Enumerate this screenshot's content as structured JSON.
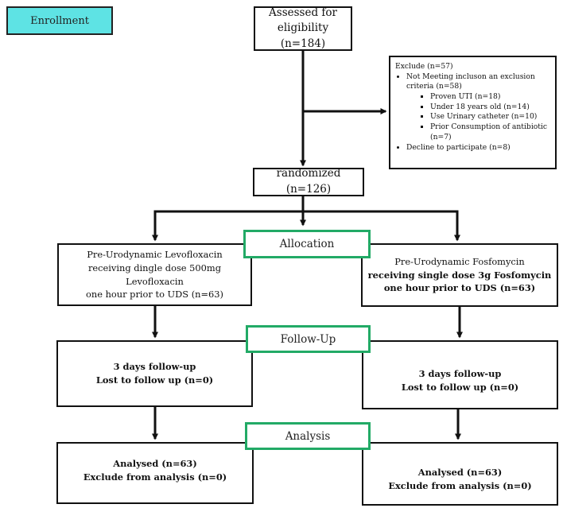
{
  "enrollment": "Enrollment",
  "assessed": {
    "line1": "Assessed for",
    "line2": "eligibility (n=184)"
  },
  "exclude": {
    "title": "Exclude (n=57)",
    "criteria": "Not Meeting incluson an exclusion criteria (n=58)",
    "sub": [
      "Proven UTI (n=18)",
      "Under 18 years old (n=14)",
      "Use Urinary catheter (n=10)",
      "Prior Consumption of antibiotic (n=7)"
    ],
    "decline": "Decline to participate (n=8)"
  },
  "randomized": "randomized (n=126)",
  "stages": {
    "allocation": "Allocation",
    "followup": "Follow-Up",
    "analysis": "Analysis"
  },
  "left_arm": {
    "allocation": [
      "Pre-Urodynamic Levofloxacin",
      "receiving dingle dose 500mg Levofloxacin",
      "one hour prior to UDS (n=63)"
    ],
    "followup": [
      "3 days follow-up",
      "Lost to follow up (n=0)"
    ],
    "analysis": [
      "Analysed (n=63)",
      "Exclude from analysis (n=0)"
    ]
  },
  "right_arm": {
    "allocation": [
      "Pre-Urodynamic Fosfomycin",
      "receiving single dose 3g Fosfomycin",
      "one hour prior to UDS (n=63)"
    ],
    "followup": [
      "3 days follow-up",
      "Lost to follow up (n=0)"
    ],
    "analysis": [
      "Analysed (n=63)",
      "Exclude from analysis (n=0)"
    ]
  }
}
